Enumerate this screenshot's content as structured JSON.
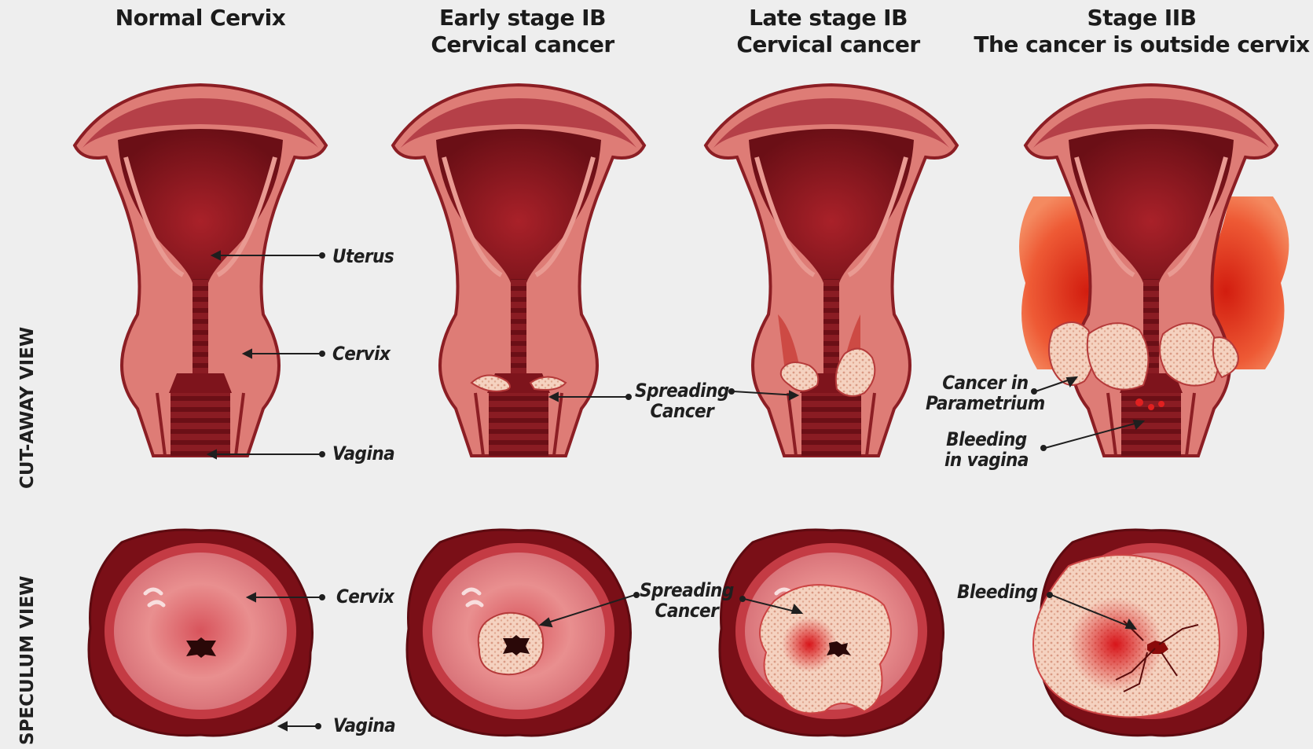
{
  "columns": [
    {
      "title_lines": [
        "Normal Cervix"
      ]
    },
    {
      "title_lines": [
        "Early stage IB",
        "Cervical cancer"
      ]
    },
    {
      "title_lines": [
        "Late stage IB",
        "Cervical cancer"
      ]
    },
    {
      "title_lines": [
        "Stage IIB",
        "The cancer is outside cervix"
      ]
    }
  ],
  "row_labels": {
    "cutaway": "CUT-AWAY VIEW",
    "speculum": "SPECULUM VIEW"
  },
  "labels": {
    "uterus": "Uterus",
    "cervix": "Cervix",
    "vagina": "Vagina",
    "spreading_cancer": [
      "Spreading",
      "Cancer"
    ],
    "cancer_parametrium": [
      "Cancer in",
      "Parametrium"
    ],
    "bleeding_vagina": [
      "Bleeding",
      "in vagina"
    ],
    "speculum_cervix": "Cervix",
    "speculum_vagina": "Vagina",
    "speculum_spreading": [
      "Spreading",
      "Cancer"
    ],
    "speculum_bleeding": "Bleeding"
  },
  "colors": {
    "background": "#eeeeee",
    "tissue": "#de7c76",
    "tissue_dark": "#8c1e24",
    "cavity": "#7e141c",
    "cancer": "#f2c8b4",
    "spread_red": "#e43a1e"
  }
}
